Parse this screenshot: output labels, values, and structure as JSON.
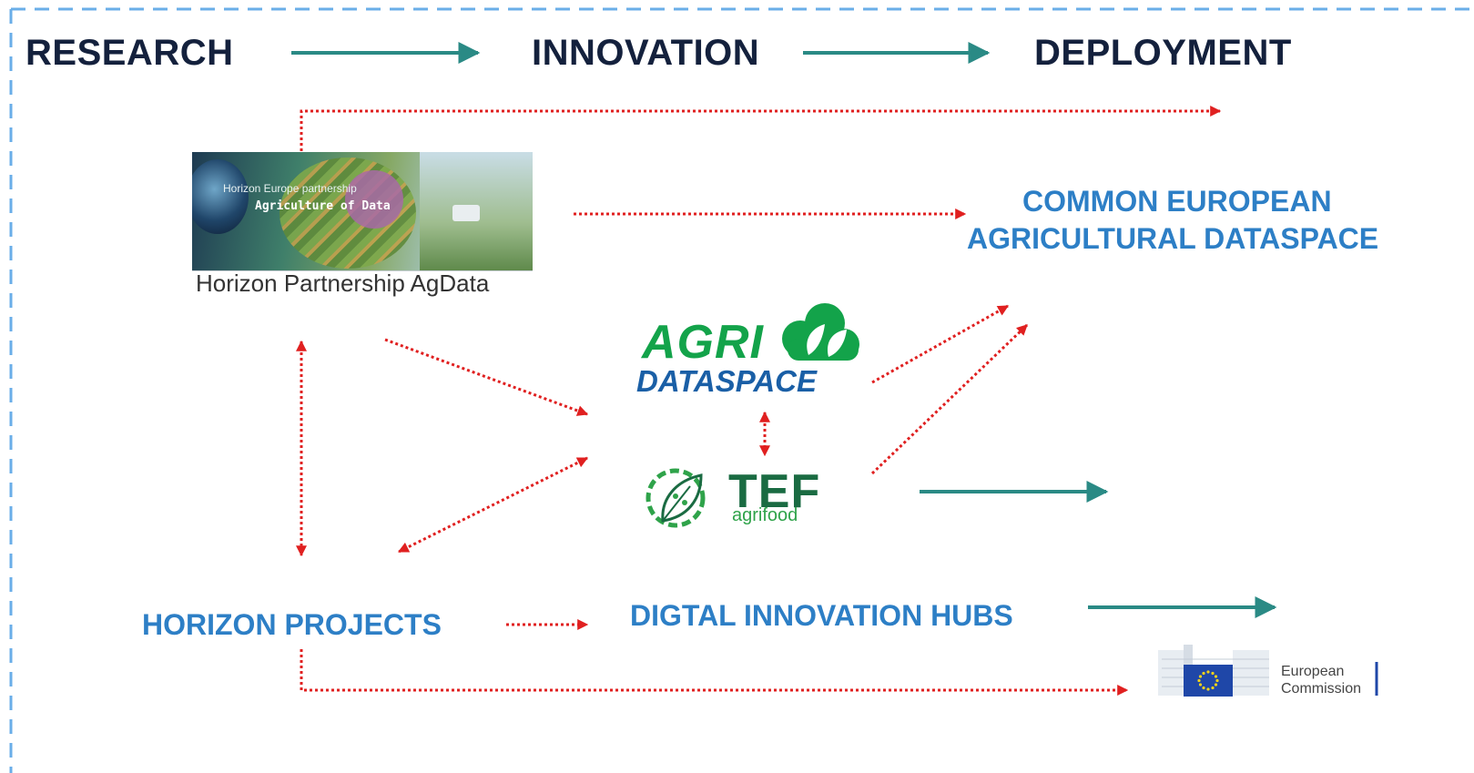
{
  "stages": {
    "research": "RESEARCH",
    "innovation": "INNOVATION",
    "deployment": "DEPLOYMENT"
  },
  "common_dataspace": {
    "line1": "COMMON EUROPEAN",
    "line2": "AGRICULTURAL DATASPACE"
  },
  "horizon_partnership": {
    "image_line1": "Horizon Europe partnership",
    "image_line2": "Agriculture of Data",
    "label": "Horizon Partnership AgData"
  },
  "agridataspace_logo": {
    "word1": "AGRI",
    "word2": "DATASPACE"
  },
  "tef_logo": {
    "word1": "TEF",
    "word2": "agrifood"
  },
  "horizon_projects": "HORIZON PROJECTS",
  "digital_hubs": "DIGTAL INNOVATION HUBS",
  "ec_logo": {
    "line1": "European",
    "line2": "Commission"
  },
  "colors": {
    "teal_arrow": "#2a8a85",
    "red_dotted": "#e02020",
    "blue_text": "#2d7fc6",
    "dark_heading": "#14213d",
    "frame_dash": "#6aaee8",
    "eu_blue": "#1f47a8",
    "eu_star": "#f2d21b"
  }
}
